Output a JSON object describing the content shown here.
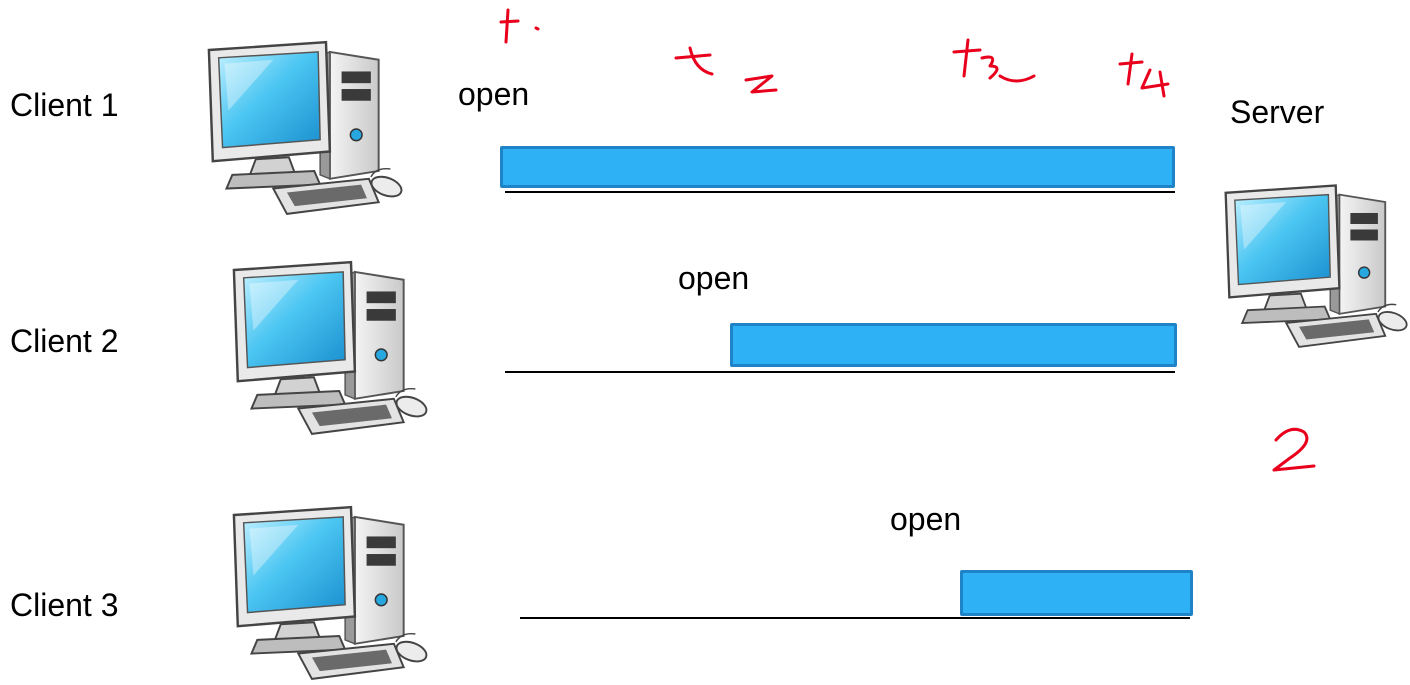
{
  "colors": {
    "bar_fill": "#2fb2f5",
    "bar_border": "#1f83c7",
    "ink": "#e8001c",
    "line": "#000000"
  },
  "clients": [
    {
      "label": "Client 1",
      "open_label": "open",
      "icon": "desktop-computer-icon"
    },
    {
      "label": "Client 2",
      "open_label": "open",
      "icon": "desktop-computer-icon"
    },
    {
      "label": "Client 3",
      "open_label": "open",
      "icon": "desktop-computer-icon"
    }
  ],
  "server": {
    "label": "Server",
    "icon": "desktop-computer-icon"
  },
  "annotations": {
    "time_marks": [
      "t1",
      "t2",
      "t3",
      "t4"
    ],
    "handwritten_number": "2"
  }
}
